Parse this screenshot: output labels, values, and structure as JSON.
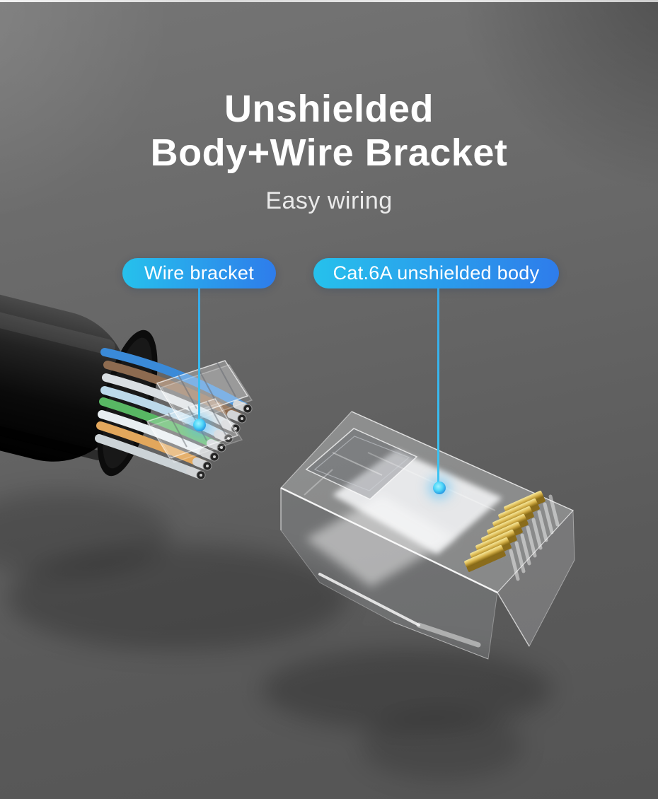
{
  "title": {
    "line1": "Unshielded",
    "line2": "Body+Wire Bracket"
  },
  "subtitle": "Easy wiring",
  "callouts": [
    {
      "label": "Wire bracket",
      "target": "wire-bracket"
    },
    {
      "label": "Cat.6A unshielded body",
      "target": "rj45-unshielded-body"
    }
  ],
  "colors": {
    "label-grad-start": "#26c1ec",
    "label-grad-end": "#2e7ceb",
    "leader-line": "#35a8e9",
    "dot-core": "#52d9f9",
    "title-text": "#ffffff",
    "pin-gold": "#d9b54e",
    "bg-base": "#636363"
  },
  "scene": {
    "wire_colors": [
      "#3a8ad8",
      "#8d6b50",
      "#d9dee2",
      "#bcd9ea",
      "#58b763",
      "#e8eef1",
      "#e2a75c",
      "#ccd3d7"
    ],
    "pin_count": 8
  }
}
